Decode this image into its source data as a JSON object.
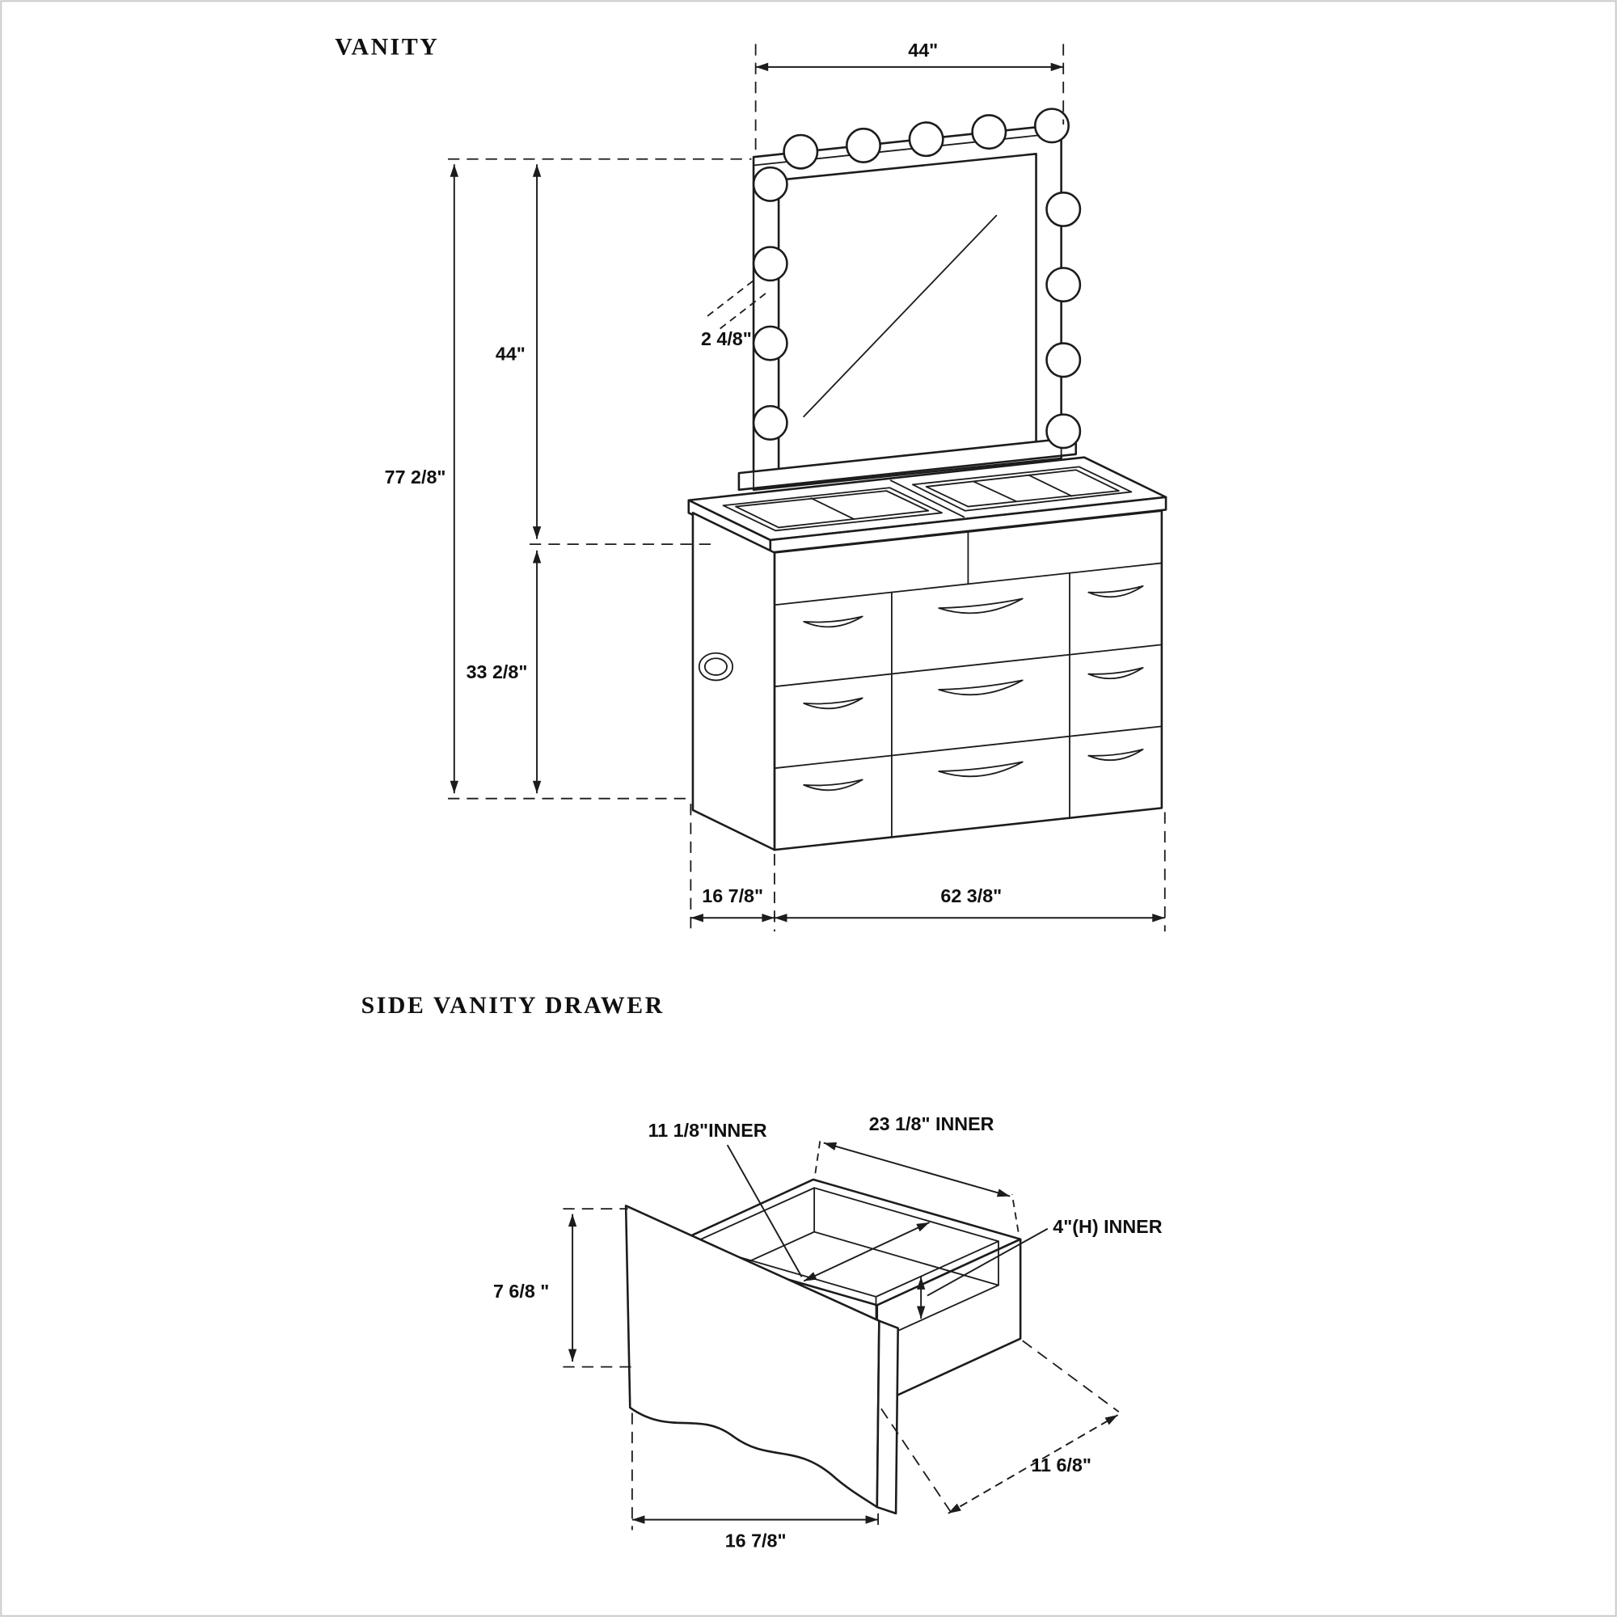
{
  "page": {
    "background": "#ffffff",
    "ink": "#1c1c1c"
  },
  "vanity_section": {
    "title": "VANITY",
    "dimensions": {
      "mirror_width": "44\"",
      "frame_thickness": "2 4/8\"",
      "mirror_height": "44\"",
      "total_height": "77 2/8\"",
      "base_height": "33 2/8\"",
      "base_depth": "16 7/8\"",
      "base_width": "62 3/8\""
    }
  },
  "drawer_section": {
    "title": "SIDE VANITY  DRAWER",
    "dimensions": {
      "inner_width": "11 1/8\"INNER",
      "inner_depth": "23 1/8\" INNER",
      "inner_height": "4\"(H) INNER",
      "front_height": "7 6/8 \"",
      "side_depth": "11 6/8\"",
      "front_width": "16 7/8\""
    }
  }
}
